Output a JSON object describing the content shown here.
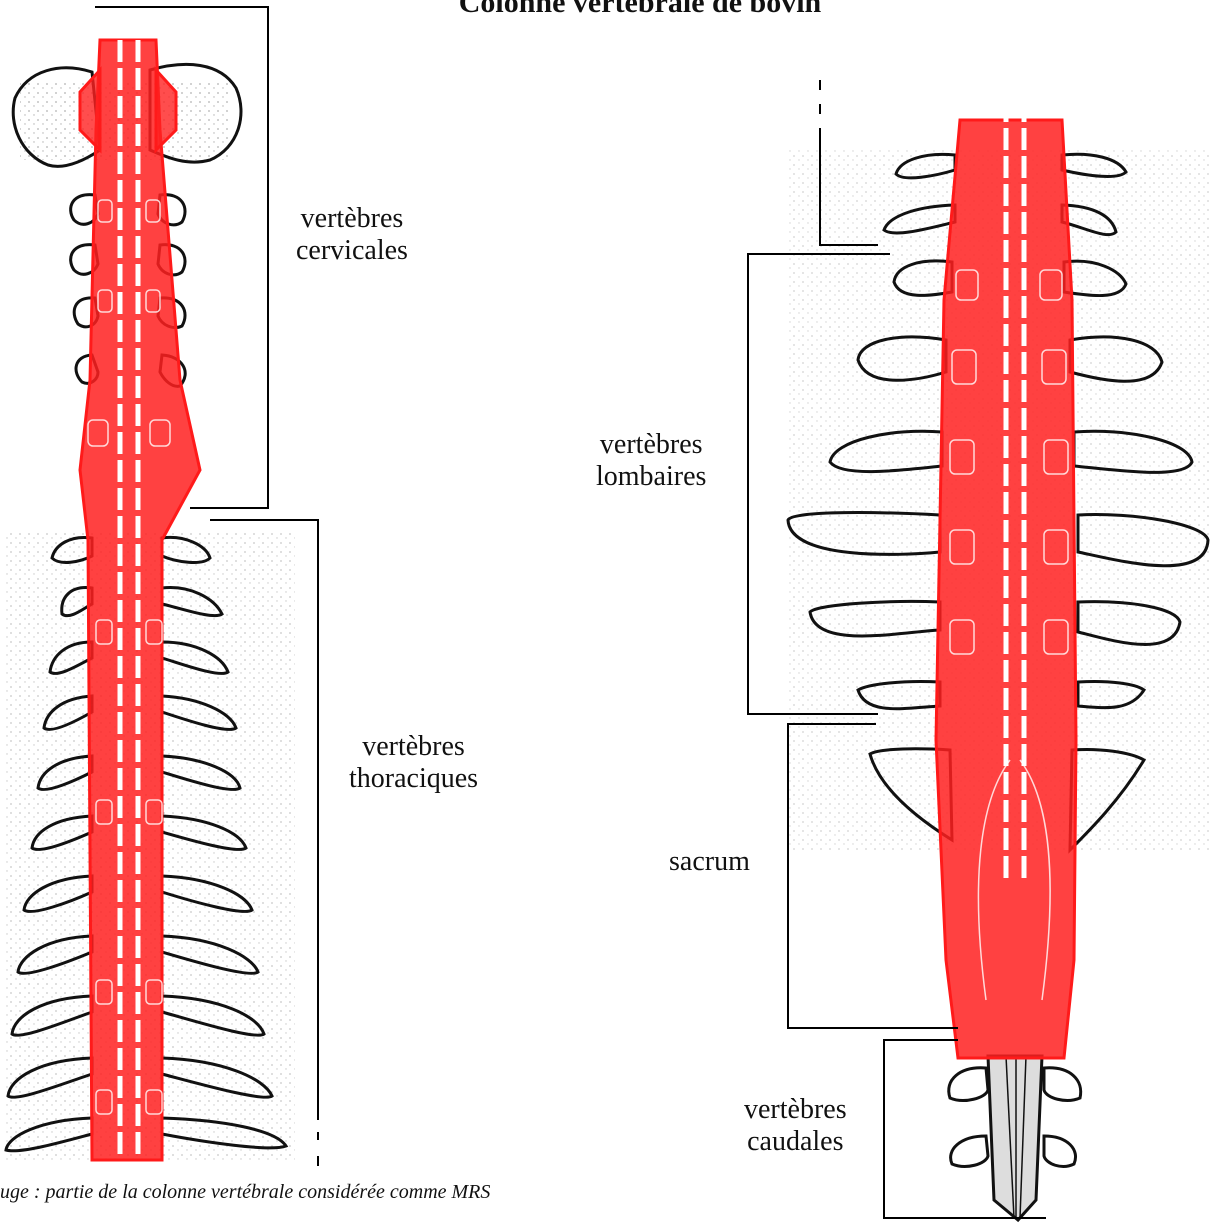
{
  "title": "Colonne vertébrale de bovin",
  "labels": {
    "cervical_line1": "vertèbres",
    "cervical_line2": "cervicales",
    "thoracic_line1": "vertèbres",
    "thoracic_line2": "thoraciques",
    "lumbar_line1": "vertèbres",
    "lumbar_line2": "lombaires",
    "sacrum": "sacrum",
    "caudal_line1": "vertèbres",
    "caudal_line2": "caudales"
  },
  "caption": "ouge : partie de la colonne vertébrale considérée comme MRS",
  "colors": {
    "mrs": "#ff1a1a",
    "bone_outline": "#111111",
    "bracket": "#000000"
  }
}
